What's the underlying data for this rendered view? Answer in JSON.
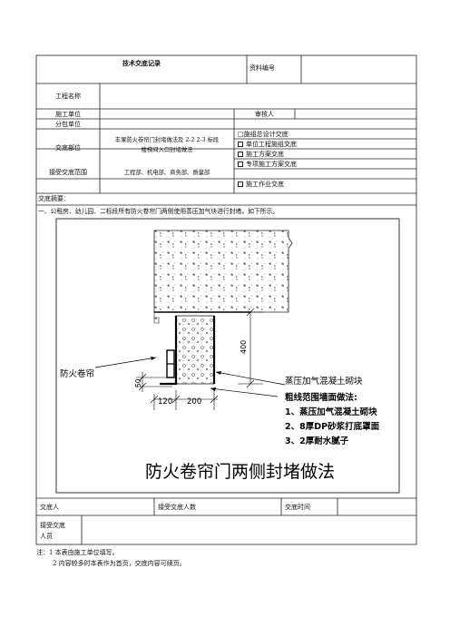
{
  "form": {
    "title": "技术交底记录",
    "doc_no_label": "资料编号",
    "project_name_label": "工程名称",
    "contractor_label": "施工单位",
    "reviewer_label": "审核人",
    "subcontractor_label": "分包单位",
    "disclosure_part_label": "交底部位",
    "disclosure_part_value_line1": "丰果防火卷帘门封堵做法及 2-2  2-3 标段",
    "disclosure_part_value_line2": "楼梯间入口封堵做法",
    "receiving_scope_label": "接受交底范围",
    "receiving_scope_value": "工程部、机电部、商务部、质量部",
    "options": [
      "□施组总设计交底",
      "单位工程施组交底",
      "施工方案交底",
      "专项施工方案交底",
      "施工作业交底"
    ],
    "summary_label": "交底摘要：",
    "summary_text": "一、公租房、幼儿园、二标段所有防火卷帘门两侧使用蒸压加气块进行封堵，如下所示。",
    "discloser_label": "交底人",
    "receiver_count_label": "接受交底人数",
    "disclosure_time_label": "交底时间",
    "receiver_label_line1": "接受交底",
    "receiver_label_line2": "人员"
  },
  "drawing": {
    "label_shutter": "防火卷帘",
    "label_block": "蒸压加气混凝土砌块",
    "label_thick_line": "粗线范围墙面做法:",
    "note_1": "1、蒸压加气混凝土砌块",
    "note_2": "2、8厚DP砂浆打底罩面",
    "note_3": "3、2厚耐水腻子",
    "dim_400": "400",
    "dim_50": "50",
    "dim_120": "120",
    "dim_200": "200",
    "caption": "防火卷帘门两侧封堵做法"
  },
  "notes": {
    "note1": "注：1    本表由施工单位填写。",
    "note2": "2    内容较多时本表作为首页，交底内容可续页。"
  }
}
